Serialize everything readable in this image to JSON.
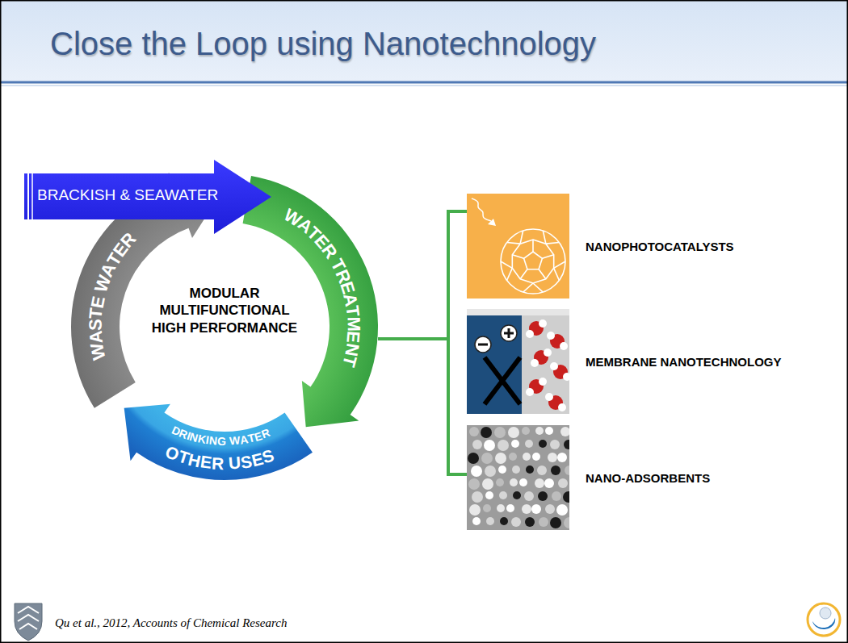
{
  "diagram": {
    "title": "Close the Loop using Nanotechnology",
    "nodes": [
      {
        "text": [
          "NANOPHOTOCATALYSTS"
        ]
      },
      {
        "text": [
          "MEMBRANE NANOTECHNOLOGY"
        ]
      },
      {
        "text": [
          "NANO-ADSORBENTS"
        ]
      }
    ],
    "labels": [
      "BRACKISH & SEAWATER",
      "WASTE WATER",
      "WATER TREATMENT",
      "DRINKING WATER",
      "OTHER USES",
      "MODULAR MULTIFUNCTIONAL HIGH PERFORMANCE",
      "Qu et al., 2012, Accounts of Chemical Research"
    ]
  }
}
